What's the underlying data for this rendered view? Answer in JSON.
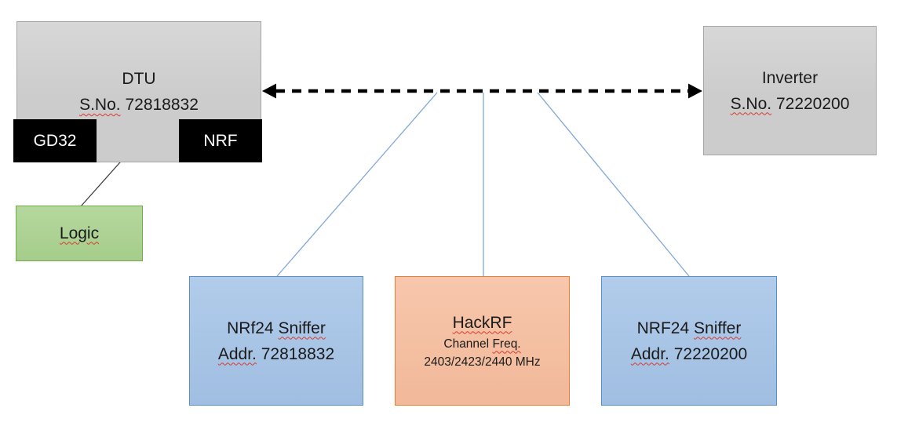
{
  "colors": {
    "box_gray_fill": "#cccccc",
    "box_gray_border": "#a6a6a6",
    "chip_black": "#000000",
    "chip_text": "#ffffff",
    "green_fill": "#a9d18e",
    "green_border": "#70ad47",
    "blue_fill": "#a3c2e6",
    "blue_border": "#5590cd",
    "orange_fill": "#f6bc9c",
    "orange_border": "#ed7d31",
    "connector_blue": "#7fa8d8",
    "arrow_black": "#000000",
    "squiggle_red": "#d83a2e"
  },
  "dtu": {
    "title": "DTU",
    "serial_label": "S.No.",
    "serial_number": "72818832",
    "chip_left": "GD32",
    "chip_right": "NRF"
  },
  "logic": {
    "label": "Logic"
  },
  "inverter": {
    "title": "Inverter",
    "serial_label": "S.No.",
    "serial_number": "72220200"
  },
  "sniffer_left": {
    "name_plain": "NRf24",
    "name_flagged": "Sniffer",
    "addr_label": "Addr.",
    "addr_number": "72818832"
  },
  "hackrf": {
    "title": "HackRF",
    "channel_plain": "Channel",
    "channel_flagged": "Freq.",
    "frequencies": "2403/2423/2440 MHz"
  },
  "sniffer_right": {
    "name_plain": "NRF24",
    "name_flagged": "Sniffer",
    "addr_label": "Addr.",
    "addr_number": "72220200"
  }
}
